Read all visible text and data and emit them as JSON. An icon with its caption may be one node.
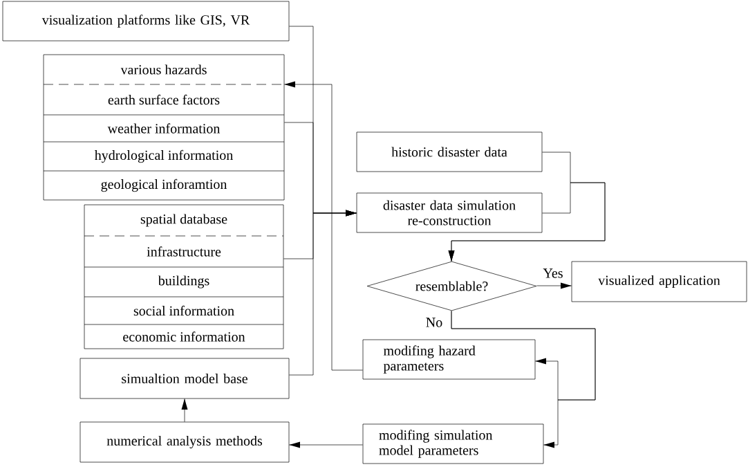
{
  "diagram": {
    "nodes": [
      {
        "text": [
          "visualization platforms like GIS, VR"
        ]
      },
      {
        "text": [
          "various hazards",
          "earth surface factors",
          "weather information",
          "hydrological information",
          "geological inforamtion"
        ]
      },
      {
        "text": [
          "spatial database",
          "infrastructure",
          "buildings",
          "social information",
          "economic information"
        ]
      },
      {
        "text": [
          "simualtion model base"
        ]
      },
      {
        "text": [
          "numerical analysis methods"
        ]
      },
      {
        "text": [
          "historic disaster data"
        ]
      },
      {
        "text": [
          "disaster data simulation re-construction"
        ]
      },
      {
        "text": [
          "resemblable?"
        ]
      },
      {
        "text": [
          "visualized application"
        ]
      },
      {
        "text": [
          "modifing hazard parameters"
        ]
      },
      {
        "text": [
          "modifing simulation model parameters"
        ]
      }
    ],
    "edges": [
      {
        "from": 0,
        "to": 6,
        "arrow": "to"
      },
      {
        "from": 1,
        "to": 6,
        "arrow": "to"
      },
      {
        "from": 2,
        "to": 6,
        "arrow": "to"
      },
      {
        "from": 3,
        "to": 6,
        "arrow": "to"
      },
      {
        "from": 9,
        "to": 1,
        "arrow": "to"
      },
      {
        "from": 5,
        "to": 7,
        "arrow": "to"
      },
      {
        "from": 6,
        "to": 7,
        "arrow": "to"
      },
      {
        "from": 7,
        "to": 8,
        "arrow": "to",
        "label": "Yes"
      },
      {
        "from": 7,
        "to": 9,
        "arrow": "to",
        "label": "No"
      },
      {
        "from": 7,
        "to": 10,
        "arrow": "to"
      },
      {
        "from": 10,
        "to": 4,
        "arrow": "to"
      },
      {
        "from": 4,
        "to": 3,
        "arrow": "to"
      }
    ]
  }
}
